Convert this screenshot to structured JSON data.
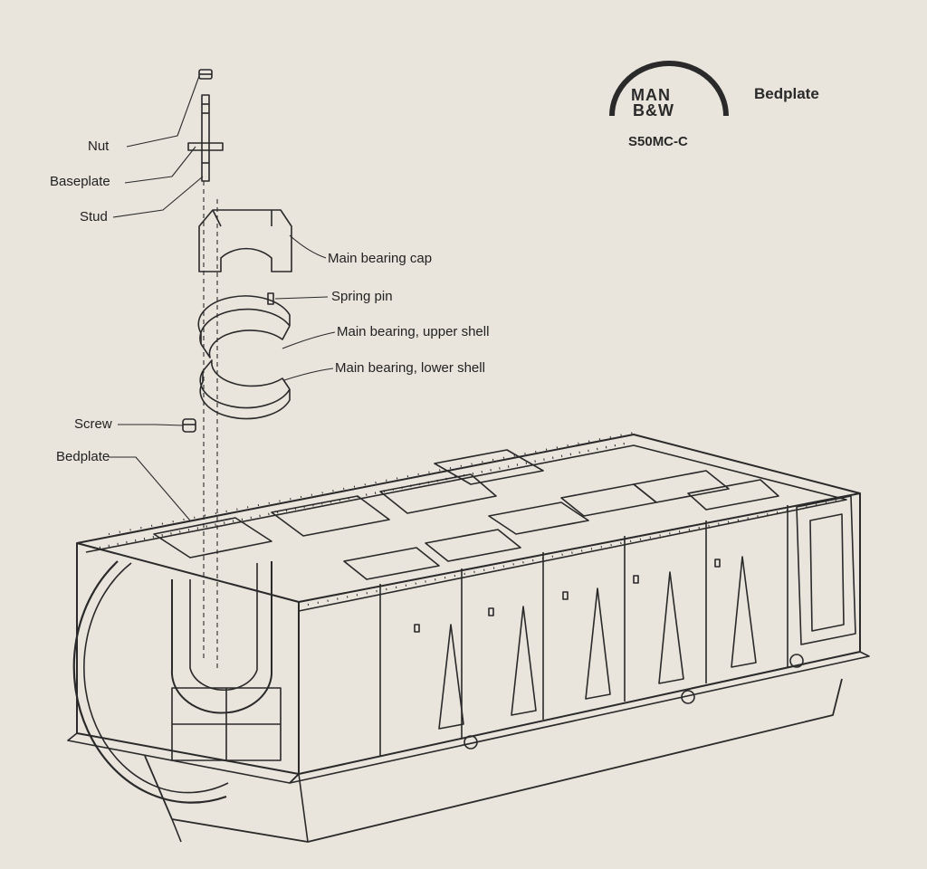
{
  "header": {
    "logo_text_top": "MAN",
    "logo_text_bottom": "B&W",
    "title": "Bedplate",
    "engine_model": "S50MC-C"
  },
  "labels": {
    "nut": "Nut",
    "baseplate": "Baseplate",
    "stud": "Stud",
    "main_bearing_cap": "Main bearing cap",
    "spring_pin": "Spring pin",
    "upper_shell": "Main bearing, upper shell",
    "lower_shell": "Main bearing, lower shell",
    "screw": "Screw",
    "bedplate": "Bedplate"
  },
  "colors": {
    "paper": "#e9e4dc",
    "ink": "#2a2a2a"
  }
}
